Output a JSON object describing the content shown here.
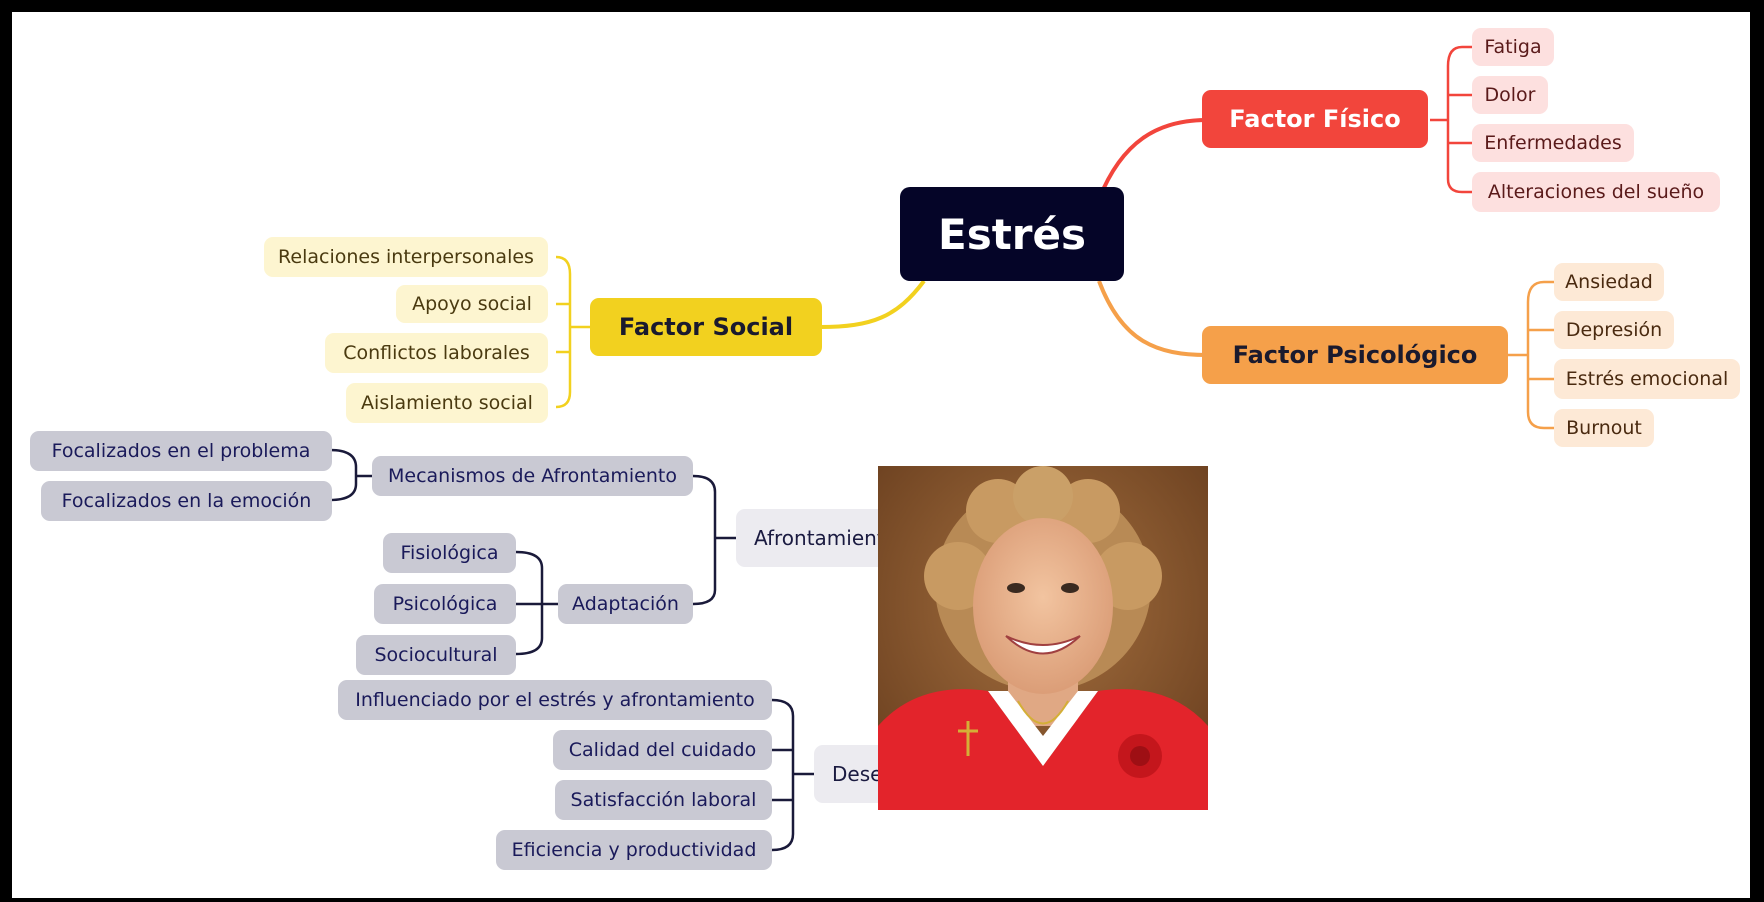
{
  "root": "Estrés",
  "factor_fisico": {
    "label": "Factor Físico",
    "items": [
      "Fatiga",
      "Dolor",
      "Enfermedades",
      "Alteraciones del sueño"
    ]
  },
  "factor_psicologico": {
    "label": "Factor Psicológico",
    "items": [
      "Ansiedad",
      "Depresión",
      "Estrés emocional",
      "Burnout"
    ]
  },
  "factor_social": {
    "label": "Factor Social",
    "items": [
      "Relaciones interpersonales",
      "Apoyo social",
      "Conflictos laborales",
      "Aislamiento social"
    ]
  },
  "afrontamiento": {
    "label": "Afrontamiento",
    "mecanismos": {
      "label": "Mecanismos de Afrontamiento",
      "items": [
        "Focalizados en el problema",
        "Focalizados en la emoción"
      ]
    },
    "adaptacion": {
      "label": "Adaptación",
      "items": [
        "Fisiológica",
        "Psicológica",
        "Sociocultural"
      ]
    }
  },
  "desempeno": {
    "label": "Desempeño",
    "items": [
      "Influenciado por el estrés y afrontamiento",
      "Calidad del cuidado",
      "Satisfacción laboral",
      "Eficiencia y productividad"
    ]
  },
  "colors": {
    "root": "#050528",
    "fisico": "#f2453c",
    "psicologico": "#f5a04a",
    "social": "#f2d11f",
    "afrontamiento_lines": "#1a1a3a"
  }
}
